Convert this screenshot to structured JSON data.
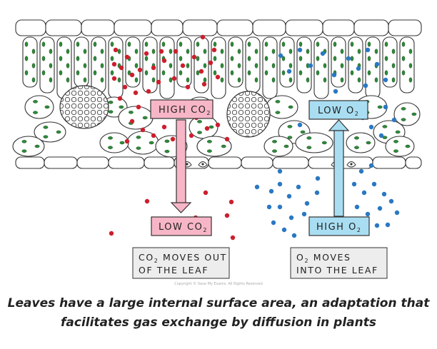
{
  "labels": {
    "high_co2": {
      "main": "HIGH CO",
      "sub": "2"
    },
    "low_co2": {
      "main": "LOW CO",
      "sub": "2"
    },
    "low_o2": {
      "main": "LOW O",
      "sub": "2"
    },
    "high_o2": {
      "main": "HIGH O",
      "sub": "2"
    }
  },
  "info": {
    "co2": {
      "line1_a": "CO",
      "line1_sub": "2",
      "line1_b": " MOVES OUT",
      "line2": "OF THE LEAF"
    },
    "o2": {
      "line1_a": "O",
      "line1_sub": "2",
      "line1_b": " MOVES",
      "line2": "INTO THE LEAF"
    }
  },
  "copyright": "Copyright © Save My Exams. All Rights Reserved",
  "caption": {
    "line1": "Leaves have a large internal surface area, an adaptation that",
    "line2": "facilitates gas exchange by diffusion in plants"
  },
  "colors": {
    "co2_dot": "#cc1f2e",
    "o2_dot": "#2a78c2",
    "chloroplast": "#2f8a3a",
    "co2_box": "#f7b6c7",
    "o2_box": "#a9def2",
    "outline": "#333333"
  }
}
